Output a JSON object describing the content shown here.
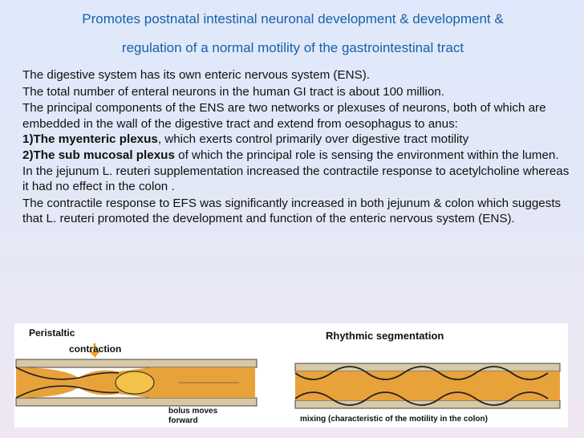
{
  "title": {
    "line1": "Promotes postnatal intestinal neuronal development & development &",
    "line2": "regulation of a normal motility of the gastrointestinal tract"
  },
  "body": {
    "p1": "The digestive system has its own enteric nervous system (ENS).",
    "p2": "The total number of enteral neurons in the human GI tract is about 100 million.",
    "p3": "The principal components of the ENS are two networks or plexuses of neurons, both of which are embedded in the wall of the digestive tract and extend from oesophagus to anus:",
    "item1_label": "1)The myenteric plexus",
    "item1_text": ", which exerts control primarily over digestive tract motility",
    "item2_label": "2)The sub mucosal plexus",
    "item2_text": " of which the principal role is sensing the environment within the lumen.",
    "p4": "In the jejunum L. reuteri supplementation increased the contractile response to acetylcholine whereas it had no effect in the colon .",
    "p5": "The contractile response to EFS was significantly increased in both jejunum & colon which suggests that L. reuteri promoted the development and function of the enteric nervous system (ENS)."
  },
  "figure": {
    "left_label_1": "Peristaltic",
    "left_label_2": "contraction",
    "left_caption_1": "bolus moves",
    "left_caption_2": "forward",
    "right_label": "Rhythmic segmentation",
    "right_caption": "mixing (characteristic of the motility in the colon)"
  },
  "colors": {
    "title": "#1a5fa8",
    "tube": "#e8a23a",
    "wall": "#d7c9a6",
    "outline": "#222222"
  }
}
